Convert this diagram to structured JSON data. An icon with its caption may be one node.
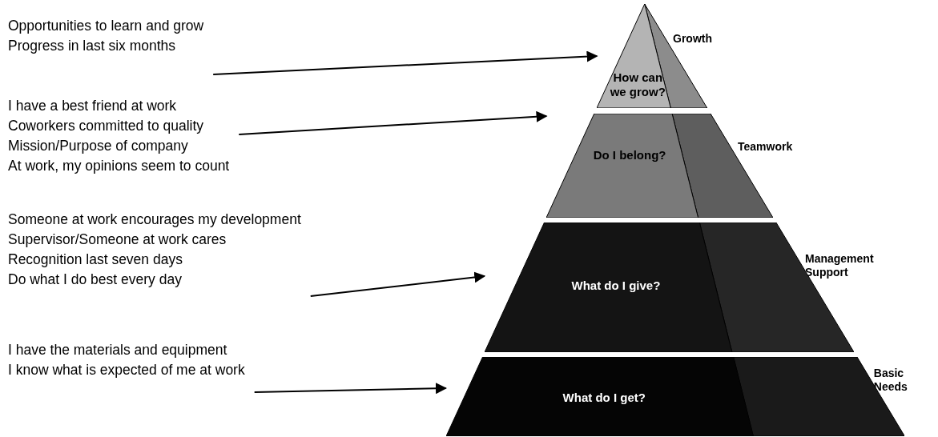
{
  "diagram": {
    "nodes": [
      {
        "text": [
          "Opportunities to learn and grow",
          "Progress in last six months"
        ]
      },
      {
        "text": [
          "How can we grow?"
        ],
        "beside": [
          "Growth"
        ]
      },
      {
        "text": [
          "I have a best friend at work",
          "Coworkers committed to quality",
          "Mission/Purpose of company",
          "At work, my opinions seem to count"
        ]
      },
      {
        "text": [
          "Do I belong?"
        ],
        "beside": [
          "Teamwork"
        ]
      },
      {
        "text": [
          "Someone at work encourages my development",
          "Supervisor/Someone at work cares",
          "Recognition last seven days",
          "Do what I do best every day"
        ]
      },
      {
        "text": [
          "What do I give?"
        ],
        "beside": [
          "Management Support"
        ]
      },
      {
        "text": [
          "I have the materials and equipment",
          "I know what is expected of me at work"
        ]
      },
      {
        "text": [
          "What do I get?"
        ],
        "beside": [
          "Basic Needs"
        ]
      }
    ],
    "edges": [
      {
        "from": 0,
        "to": 1,
        "arrow": "to"
      },
      {
        "from": 2,
        "to": 3,
        "arrow": "to"
      },
      {
        "from": 4,
        "to": 5,
        "arrow": "to"
      },
      {
        "from": 6,
        "to": 7,
        "arrow": "to"
      }
    ]
  }
}
